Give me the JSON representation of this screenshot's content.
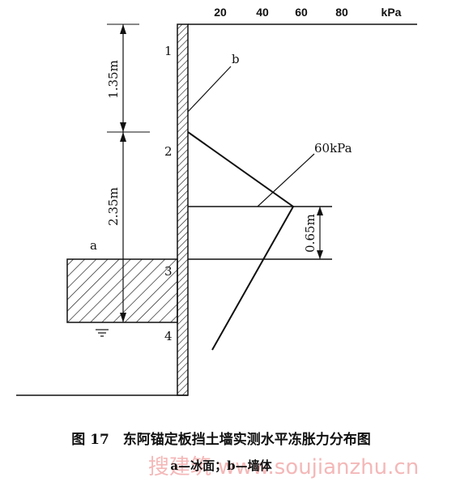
{
  "axis": {
    "ticks": [
      "20",
      "40",
      "60",
      "80"
    ],
    "unit": "kPa"
  },
  "labels": {
    "point1": "1",
    "point2": "2",
    "point3": "3",
    "point4": "4",
    "a": "a",
    "b": "b",
    "peak": "60kPa"
  },
  "dimensions": {
    "top": "1.35m",
    "middle": "2.35m",
    "right": "0.65m"
  },
  "caption": {
    "title": "图 17　东阿锚定板挡土墙实测水平冻胀力分布图",
    "legend": "a—冰面；b—墙体"
  },
  "watermark": "搜建筑 www.soujianzhu.cn"
}
